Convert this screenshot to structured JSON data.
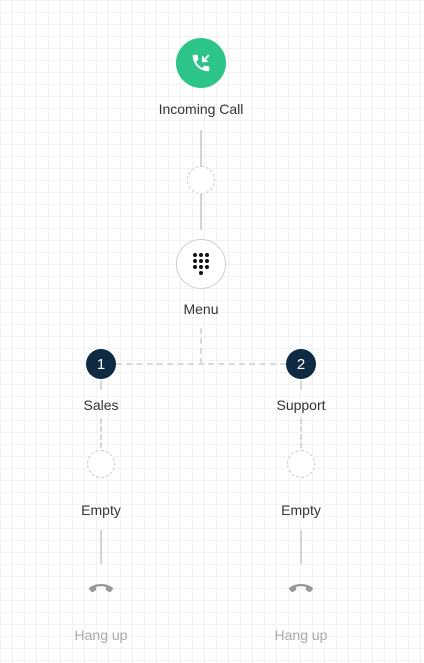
{
  "flow": {
    "start": {
      "label": "Incoming Call",
      "icon": "incoming-call-icon",
      "color": "#2cc489"
    },
    "menu": {
      "label": "Menu",
      "icon": "dialpad-icon"
    },
    "branches": [
      {
        "badge": "1",
        "label": "Sales",
        "step_label": "Empty",
        "end_label": "Hang up",
        "end_icon": "hang-up-icon"
      },
      {
        "badge": "2",
        "label": "Support",
        "step_label": "Empty",
        "end_label": "Hang up",
        "end_icon": "hang-up-icon"
      }
    ]
  },
  "colors": {
    "badge": "#0f2a43",
    "muted_text": "#a8a8a8"
  }
}
